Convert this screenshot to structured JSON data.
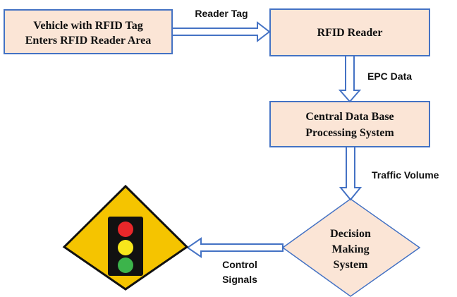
{
  "colors": {
    "box_fill": "#fbe5d6",
    "box_stroke": "#4472c4",
    "arrow_stroke": "#4472c4",
    "sign_fill": "#f5c400",
    "light_red": "#e8272a",
    "light_yellow": "#f8e71c",
    "light_green": "#3cb44b"
  },
  "nodes": {
    "vehicle": {
      "line1": "Vehicle  with  RFID  Tag",
      "line2": "Enters RFID Reader Area"
    },
    "reader": {
      "label": "RFID Reader"
    },
    "central": {
      "line1": "Central Data Base",
      "line2": "Processing System"
    },
    "decision": {
      "line1": "Decision",
      "line2": "Making",
      "line3": "System"
    }
  },
  "edges": {
    "reader_tag": "Reader Tag",
    "epc_data": "EPC Data",
    "traffic_volume": "Traffic Volume",
    "control_line1": "Control",
    "control_line2": "Signals"
  },
  "icons": {
    "traffic_sign": "traffic-light-sign-icon"
  }
}
